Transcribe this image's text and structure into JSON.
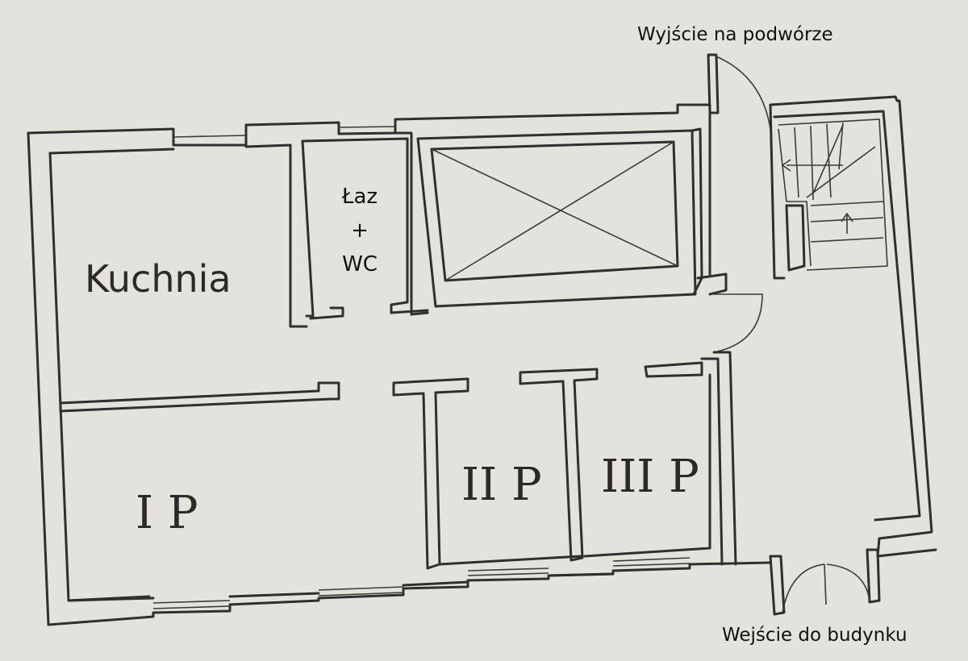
{
  "labels": {
    "exit_yard": "Wyjście na podwórze",
    "entrance": "Wejście do budynku",
    "kitchen": "Kuchnia",
    "bath_line1": "Łaz",
    "bath_line2": "+",
    "bath_line3": "WC",
    "room1": "I P",
    "room2": "II P",
    "room3": "III P"
  }
}
